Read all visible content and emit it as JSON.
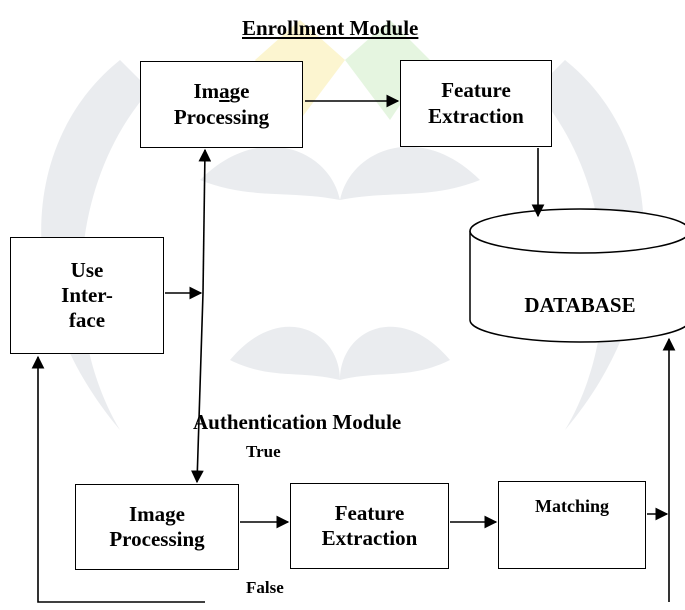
{
  "enrollment": {
    "title": "Enrollment Module",
    "image_processing": {
      "line1_a": "Im",
      "line1_b": "a",
      "line1_c": "ge",
      "line2": "Processing"
    },
    "feature_extraction": {
      "line1": "Feature",
      "line2": "Extraction"
    }
  },
  "database": {
    "label": "DATABASE"
  },
  "user_interface": {
    "line1": "Use",
    "line2": "Inter-",
    "line3": "face"
  },
  "authentication": {
    "title": "Authentication Module",
    "true_label": "True",
    "false_label": "False",
    "image_processing": {
      "line1": "Image",
      "line2": "Processing"
    },
    "feature_extraction": {
      "line1": "Feature",
      "line2": "Extraction"
    },
    "matching": {
      "label": "Matching"
    }
  },
  "colors": {
    "watermark_gray": "#d9dde2",
    "watermark_yellow": "#fbf3c4",
    "watermark_green": "#dff2d8",
    "stroke": "#000000"
  }
}
